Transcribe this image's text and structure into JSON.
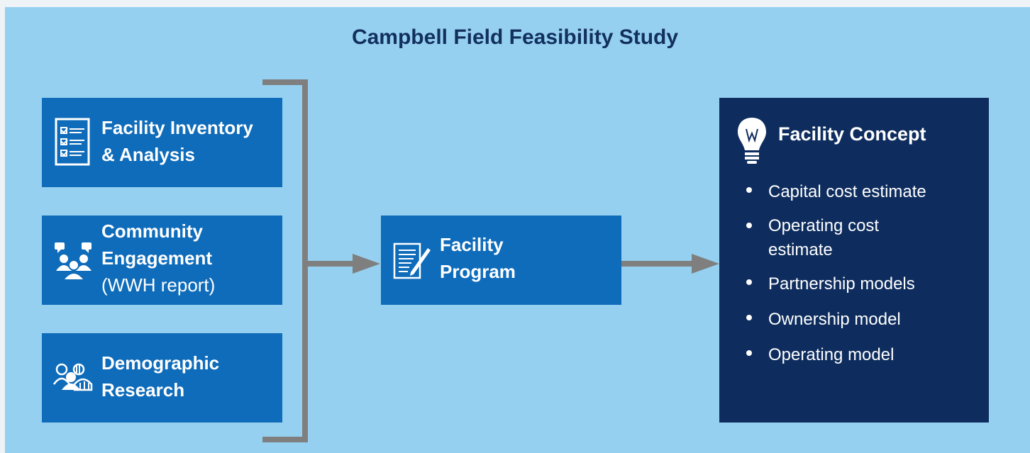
{
  "title": "Campbell Field Feasibility Study",
  "inputs": [
    {
      "line1": "Facility Inventory",
      "line2": "& Analysis",
      "icon": "checklist-icon"
    },
    {
      "line1": "Community",
      "line2": "Engagement",
      "line3": "(WWH report)",
      "icon": "people-chat-icon"
    },
    {
      "line1": "Demographic",
      "line2": "Research",
      "icon": "demographics-icon"
    }
  ],
  "program": {
    "line1": "Facility",
    "line2": "Program",
    "icon": "document-edit-icon"
  },
  "concept": {
    "heading": "Facility Concept",
    "icon": "lightbulb-icon",
    "items": [
      {
        "text": "Capital cost estimate"
      },
      {
        "text": "Operating cost estimate"
      },
      {
        "text": "Partnership models"
      },
      {
        "text": "Ownership model"
      },
      {
        "text": "Operating model"
      }
    ]
  },
  "colors": {
    "background": "#96d0f0",
    "box_blue": "#0f6cba",
    "concept_navy": "#0e2d5e",
    "title_navy": "#12305e",
    "connector_gray": "#7f7f7f"
  }
}
